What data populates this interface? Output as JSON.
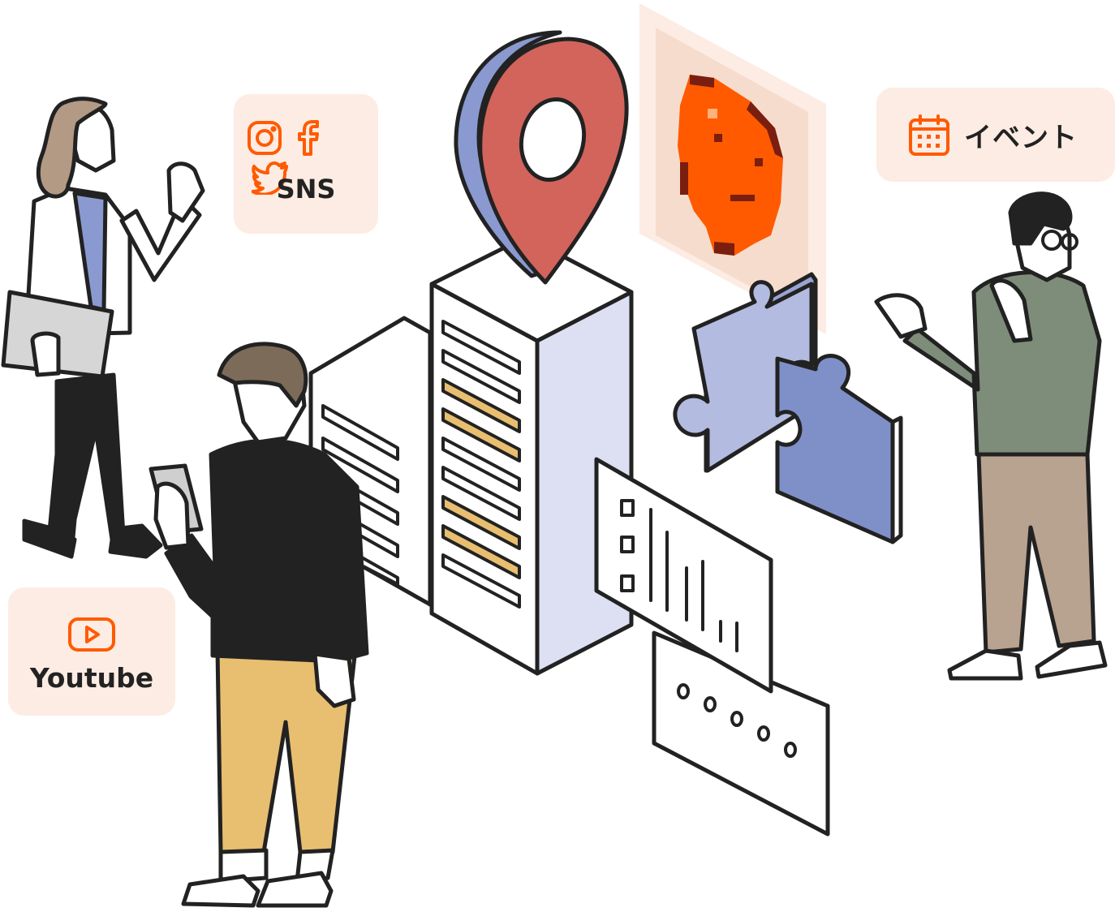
{
  "cards": {
    "sns": {
      "label": "SNS",
      "icons": [
        "instagram-icon",
        "facebook-icon",
        "twitter-icon"
      ]
    },
    "youtube": {
      "label": "Youtube",
      "icons": [
        "youtube-icon"
      ]
    },
    "event": {
      "label": "イベント",
      "icons": [
        "calendar-icon"
      ]
    }
  },
  "colors": {
    "card_bg": "#fdece3",
    "accent_orange": "#ff5a00",
    "pin_red": "#d2645c",
    "pin_blue": "#8a9ad0",
    "server_side": "#dce0f2",
    "puzzle_light": "#b4bbe0",
    "puzzle_dark": "#7f90c8",
    "outline": "#222222",
    "pants_tan": "#e8be70",
    "hoodie_green": "#7e8d79"
  }
}
